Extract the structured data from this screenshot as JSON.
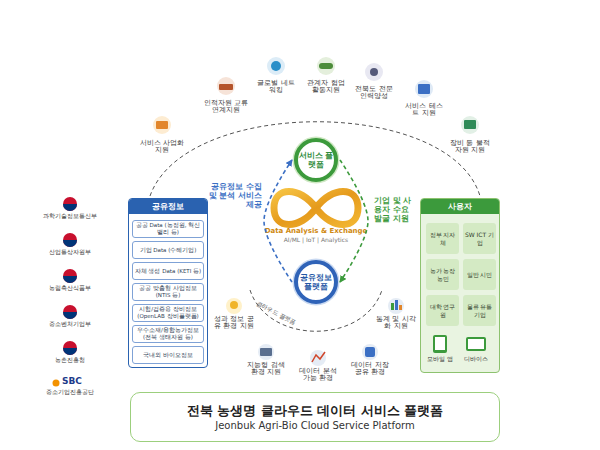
{
  "diagram": {
    "nodes": [
      {
        "text": [
          "공유정보"
        ]
      },
      {
        "text": [
          "공공 Data (농정원, 혁신밸리 등)"
        ],
        "in": 0
      },
      {
        "text": [
          "기업 Data (수혜기업)"
        ],
        "in": 0
      },
      {
        "text": [
          "자체 생성 Data (KETI 등)"
        ],
        "in": 0
      },
      {
        "text": [
          "공공 맞춤형 사업정보 (NTIS 등)"
        ],
        "in": 0
      },
      {
        "text": [
          "시험/검증용 장비정보 (OpenLAB 장비플랫폼)"
        ],
        "in": 0
      },
      {
        "text": [
          "우수소재/융합농가정보 (전북 생태자원 등)"
        ],
        "in": 0
      },
      {
        "text": [
          "국내외 바이오정보"
        ],
        "in": 0
      },
      {
        "text": [
          "사용자"
        ]
      },
      {
        "text": [
          "정부 지자체"
        ],
        "in": 8
      },
      {
        "text": [
          "SW ICT 기업"
        ],
        "in": 8
      },
      {
        "text": [
          "농가 농장 농민"
        ],
        "in": 8
      },
      {
        "text": [
          "일반 시민"
        ],
        "in": 8
      },
      {
        "text": [
          "대학 연구원"
        ],
        "in": 8
      },
      {
        "text": [
          "물류 유통 기업"
        ],
        "in": 8
      },
      {
        "text": [
          "서비스 플랫폼"
        ]
      },
      {
        "text": [
          "공유정보 플랫폼"
        ]
      },
      {
        "text": [
          "전북 농생명 클라우드 데이터 서비스 플랫폼",
          "Jeonbuk Agri-Bio Cloud Service Platform"
        ]
      }
    ],
    "edges": [
      {
        "from": 16,
        "to": 15,
        "arrow": "to",
        "label": "공유정보 수집 및 분석 서비스 제공"
      },
      {
        "from": 15,
        "to": 16,
        "arrow": "to",
        "label": "기업 및 사용자 수요 발굴 지원"
      }
    ],
    "labels": [
      "서비스 사업화 지원",
      "인적자원 교류연계지원",
      "글로벌 네트워킹",
      "관계자 협업활동지원",
      "전북도 전문인력양성",
      "서비스 테스트 지원",
      "장비 등 물적자원 지원",
      "Data Analysis & Exchange",
      "AI/ML | IoT | Analytics",
      "클라우드 플랫폼",
      "성과 정보 공유 환경 지원",
      "지능형 검색 환경 지원",
      "데이터 분석 가능 환경",
      "데이터 저장 공유 환경",
      "통계 및 시각화 지원",
      "과학기술정보통신부",
      "산업통상자원부",
      "농림축산식품부",
      "중소벤처기업부",
      "농촌진흥청",
      "SBC",
      "중소기업진흥공단",
      "모바일 앱",
      "디바이스"
    ]
  }
}
